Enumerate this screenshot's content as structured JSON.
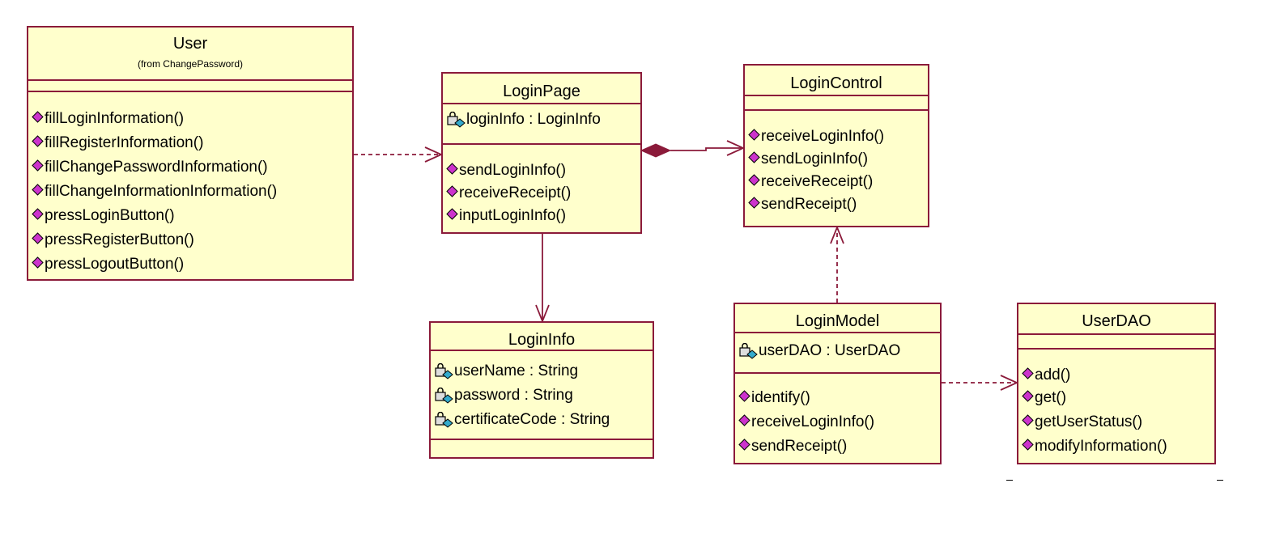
{
  "classes": {
    "user": {
      "name": "User",
      "stereotype": "(from ChangePassword)",
      "operations": [
        "fillLoginInformation()",
        "fillRegisterInformation()",
        "fillChangePasswordInformation()",
        "fillChangeInformationInformation()",
        "pressLoginButton()",
        "pressRegisterButton()",
        "pressLogoutButton()"
      ]
    },
    "login_page": {
      "name": "LoginPage",
      "attributes": [
        "loginInfo : LoginInfo"
      ],
      "operations": [
        "sendLoginInfo()",
        "receiveReceipt()",
        "inputLoginInfo()"
      ]
    },
    "login_control": {
      "name": "LoginControl",
      "operations": [
        "receiveLoginInfo()",
        "sendLoginInfo()",
        "receiveReceipt()",
        "sendReceipt()"
      ]
    },
    "login_info": {
      "name": "LoginInfo",
      "attributes": [
        "userName : String",
        "password : String",
        "certificateCode : String"
      ]
    },
    "login_model": {
      "name": "LoginModel",
      "attributes": [
        "userDAO : UserDAO"
      ],
      "operations": [
        "identify()",
        "receiveLoginInfo()",
        "sendReceipt()"
      ]
    },
    "user_dao": {
      "name": "UserDAO",
      "operations": [
        "add()",
        "get()",
        "getUserStatus()",
        "modifyInformation()"
      ]
    }
  },
  "relationships": [
    {
      "from": "User",
      "to": "LoginPage",
      "type": "dependency"
    },
    {
      "from": "LoginPage",
      "to": "LoginControl",
      "type": "composition"
    },
    {
      "from": "LoginPage",
      "to": "LoginInfo",
      "type": "association"
    },
    {
      "from": "LoginModel",
      "to": "LoginControl",
      "type": "dependency"
    },
    {
      "from": "LoginModel",
      "to": "UserDAO",
      "type": "dependency"
    }
  ],
  "colors": {
    "class_fill": "#ffffcc",
    "border": "#8b1a3a",
    "operation_icon": "#cc33cc",
    "attribute_icon": "#33aacc"
  }
}
